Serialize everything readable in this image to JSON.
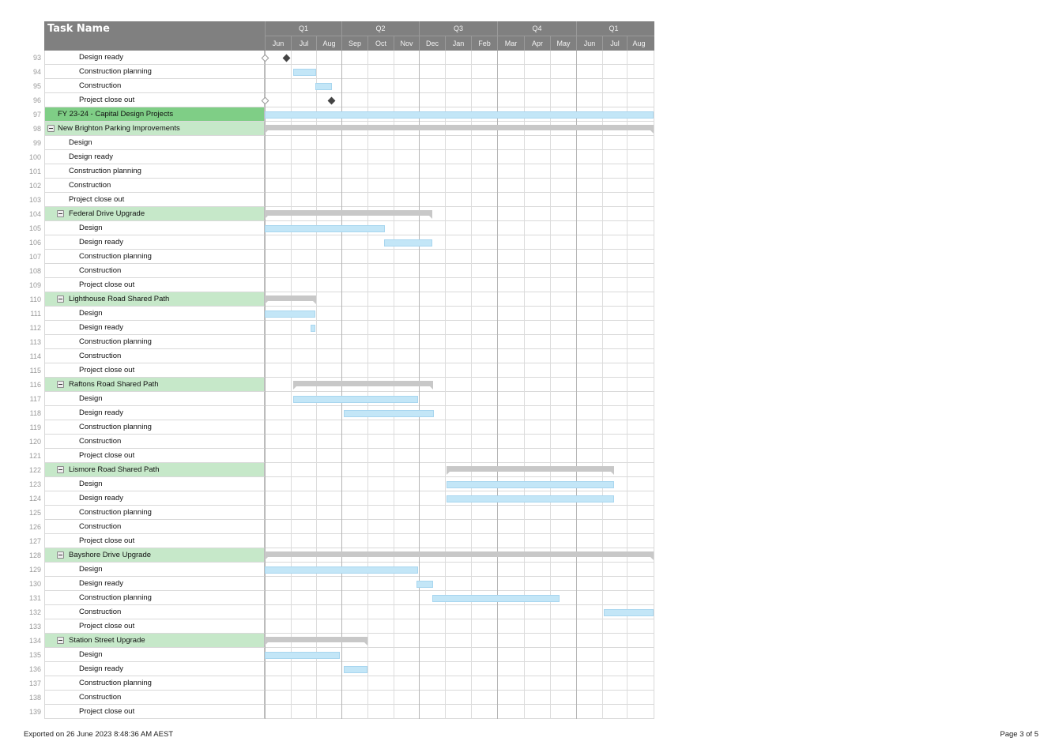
{
  "header": {
    "task_name": "Task Name",
    "quarters": [
      "Q1",
      "Q2",
      "Q3",
      "Q4",
      "Q1"
    ],
    "months": [
      "Jun",
      "Jul",
      "Aug",
      "Sep",
      "Oct",
      "Nov",
      "Dec",
      "Jan",
      "Feb",
      "Mar",
      "Apr",
      "May",
      "Jun",
      "Jul",
      "Aug"
    ]
  },
  "rows": [
    {
      "num": "93",
      "name": "Design ready",
      "type": "task",
      "level": 2
    },
    {
      "num": "94",
      "name": "Construction planning",
      "type": "task",
      "level": 2
    },
    {
      "num": "95",
      "name": "Construction",
      "type": "task",
      "level": 2
    },
    {
      "num": "96",
      "name": "Project close out",
      "type": "task",
      "level": 2
    },
    {
      "num": "97",
      "name": "FY 23-24 - Capital Design Projects",
      "type": "fy",
      "level": 0
    },
    {
      "num": "98",
      "name": "New Brighton Parking Improvements",
      "type": "phase",
      "level": 0
    },
    {
      "num": "99",
      "name": "Design",
      "type": "task",
      "level": 1
    },
    {
      "num": "100",
      "name": "Design ready",
      "type": "task",
      "level": 1
    },
    {
      "num": "101",
      "name": "Construction planning",
      "type": "task",
      "level": 1
    },
    {
      "num": "102",
      "name": "Construction",
      "type": "task",
      "level": 1
    },
    {
      "num": "103",
      "name": "Project close out",
      "type": "task",
      "level": 1
    },
    {
      "num": "104",
      "name": "Federal Drive Upgrade",
      "type": "phase",
      "level": 1
    },
    {
      "num": "105",
      "name": "Design",
      "type": "task",
      "level": 2
    },
    {
      "num": "106",
      "name": "Design ready",
      "type": "task",
      "level": 2
    },
    {
      "num": "107",
      "name": "Construction planning",
      "type": "task",
      "level": 2
    },
    {
      "num": "108",
      "name": "Construction",
      "type": "task",
      "level": 2
    },
    {
      "num": "109",
      "name": "Project close out",
      "type": "task",
      "level": 2
    },
    {
      "num": "110",
      "name": "Lighthouse Road Shared Path",
      "type": "phase",
      "level": 1
    },
    {
      "num": "111",
      "name": "Design",
      "type": "task",
      "level": 2
    },
    {
      "num": "112",
      "name": "Design ready",
      "type": "task",
      "level": 2
    },
    {
      "num": "113",
      "name": "Construction planning",
      "type": "task",
      "level": 2
    },
    {
      "num": "114",
      "name": "Construction",
      "type": "task",
      "level": 2
    },
    {
      "num": "115",
      "name": "Project close out",
      "type": "task",
      "level": 2
    },
    {
      "num": "116",
      "name": "Raftons Road Shared Path",
      "type": "phase",
      "level": 1
    },
    {
      "num": "117",
      "name": "Design",
      "type": "task",
      "level": 2
    },
    {
      "num": "118",
      "name": "Design ready",
      "type": "task",
      "level": 2
    },
    {
      "num": "119",
      "name": "Construction planning",
      "type": "task",
      "level": 2
    },
    {
      "num": "120",
      "name": "Construction",
      "type": "task",
      "level": 2
    },
    {
      "num": "121",
      "name": "Project close out",
      "type": "task",
      "level": 2
    },
    {
      "num": "122",
      "name": "Lismore Road Shared Path",
      "type": "phase",
      "level": 1
    },
    {
      "num": "123",
      "name": "Design",
      "type": "task",
      "level": 2
    },
    {
      "num": "124",
      "name": "Design ready",
      "type": "task",
      "level": 2
    },
    {
      "num": "125",
      "name": "Construction planning",
      "type": "task",
      "level": 2
    },
    {
      "num": "126",
      "name": "Construction",
      "type": "task",
      "level": 2
    },
    {
      "num": "127",
      "name": "Project close out",
      "type": "task",
      "level": 2
    },
    {
      "num": "128",
      "name": "Bayshore Drive Upgrade",
      "type": "phase",
      "level": 1
    },
    {
      "num": "129",
      "name": "Design",
      "type": "task",
      "level": 2
    },
    {
      "num": "130",
      "name": "Design ready",
      "type": "task",
      "level": 2
    },
    {
      "num": "131",
      "name": "Construction planning",
      "type": "task",
      "level": 2
    },
    {
      "num": "132",
      "name": "Construction",
      "type": "task",
      "level": 2
    },
    {
      "num": "133",
      "name": "Project close out",
      "type": "task",
      "level": 2
    },
    {
      "num": "134",
      "name": "Station Street Upgrade",
      "type": "phase",
      "level": 1
    },
    {
      "num": "135",
      "name": "Design",
      "type": "task",
      "level": 2
    },
    {
      "num": "136",
      "name": "Design ready",
      "type": "task",
      "level": 2
    },
    {
      "num": "137",
      "name": "Construction planning",
      "type": "task",
      "level": 2
    },
    {
      "num": "138",
      "name": "Construction",
      "type": "task",
      "level": 2
    },
    {
      "num": "139",
      "name": "Project close out",
      "type": "task",
      "level": 2
    }
  ],
  "colors": {
    "header": "#808080",
    "fy_row": "#7fce86",
    "phase_row": "#c6e8c9",
    "task_bar": "#c3e6f7",
    "summary_bar": "#c8c8c8",
    "milestone": "#444444"
  },
  "footer": {
    "exported": "Exported on 26 June 2023 8:48:36 AM AEST",
    "page": "Page 3 of 5"
  }
}
